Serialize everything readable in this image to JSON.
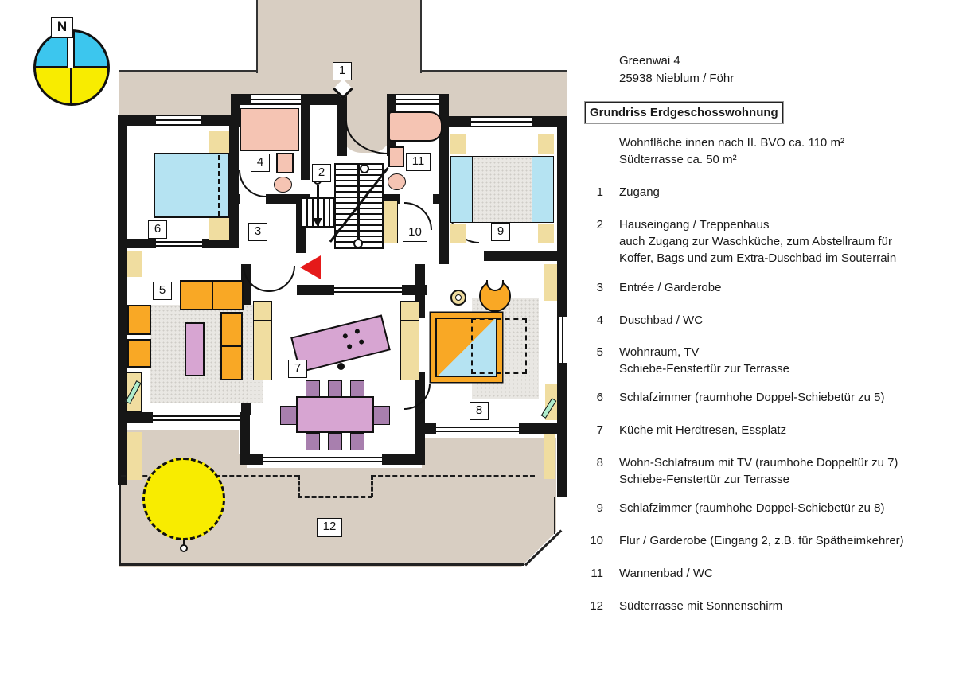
{
  "header": {
    "address_line1": "Greenwai 4",
    "address_line2": "25938 Nieblum / Föhr",
    "title": "Grundriss Erdgeschosswohnung",
    "area_line1": "Wohnfläche innen nach II. BVO ca. 110 m²",
    "area_line2": "Südterrasse ca. 50 m²"
  },
  "legend": {
    "items": [
      {
        "num": "1",
        "line1": "Zugang"
      },
      {
        "num": "2",
        "line1": "Hauseingang / Treppenhaus",
        "line2": "auch Zugang zur Waschküche, zum Abstellraum für",
        "line3": "Koffer, Bags und zum Extra-Duschbad im Souterrain"
      },
      {
        "num": "3",
        "line1": "Entrée / Garderobe"
      },
      {
        "num": "4",
        "line1": "Duschbad / WC"
      },
      {
        "num": "5",
        "line1": "Wohnraum, TV",
        "line2": "Schiebe-Fenstertür zur Terrasse"
      },
      {
        "num": "6",
        "line1": "Schlafzimmer (raumhohe Doppel-Schiebetür zu 5)"
      },
      {
        "num": "7",
        "line1": "Küche mit Herdtresen, Essplatz"
      },
      {
        "num": "8",
        "line1": "Wohn-Schlafraum mit TV (raumhohe Doppeltür zu 7)",
        "line2": "Schiebe-Fenstertür zur Terrasse"
      },
      {
        "num": "9",
        "line1": "Schlafzimmer (raumhohe Doppel-Schiebetür zu 8)"
      },
      {
        "num": "10",
        "line1": "Flur / Garderobe (Eingang 2, z.B. für Spätheimkehrer)"
      },
      {
        "num": "11",
        "line1": "Wannenbad / WC"
      },
      {
        "num": "12",
        "line1": "Südterrasse mit Sonnenschirm"
      }
    ]
  },
  "plan": {
    "compass_label": "N",
    "markers": [
      "1",
      "2",
      "3",
      "4",
      "5",
      "6",
      "7",
      "8",
      "9",
      "10",
      "11",
      "12"
    ]
  },
  "colors": {
    "beige": "#d8cec2",
    "wall": "#161616",
    "tan": "#f0dda0",
    "cyan": "#b5e3f2",
    "compassblue": "#3cc6ee",
    "pink": "#f5c4b3",
    "orange": "#f9a825",
    "violet": "#d7a5d2",
    "mauve": "#a87fae",
    "rug": "#e9e7e3",
    "yellow": "#f8ec00",
    "mint": "#aeeccc",
    "red": "#e51a1a"
  }
}
